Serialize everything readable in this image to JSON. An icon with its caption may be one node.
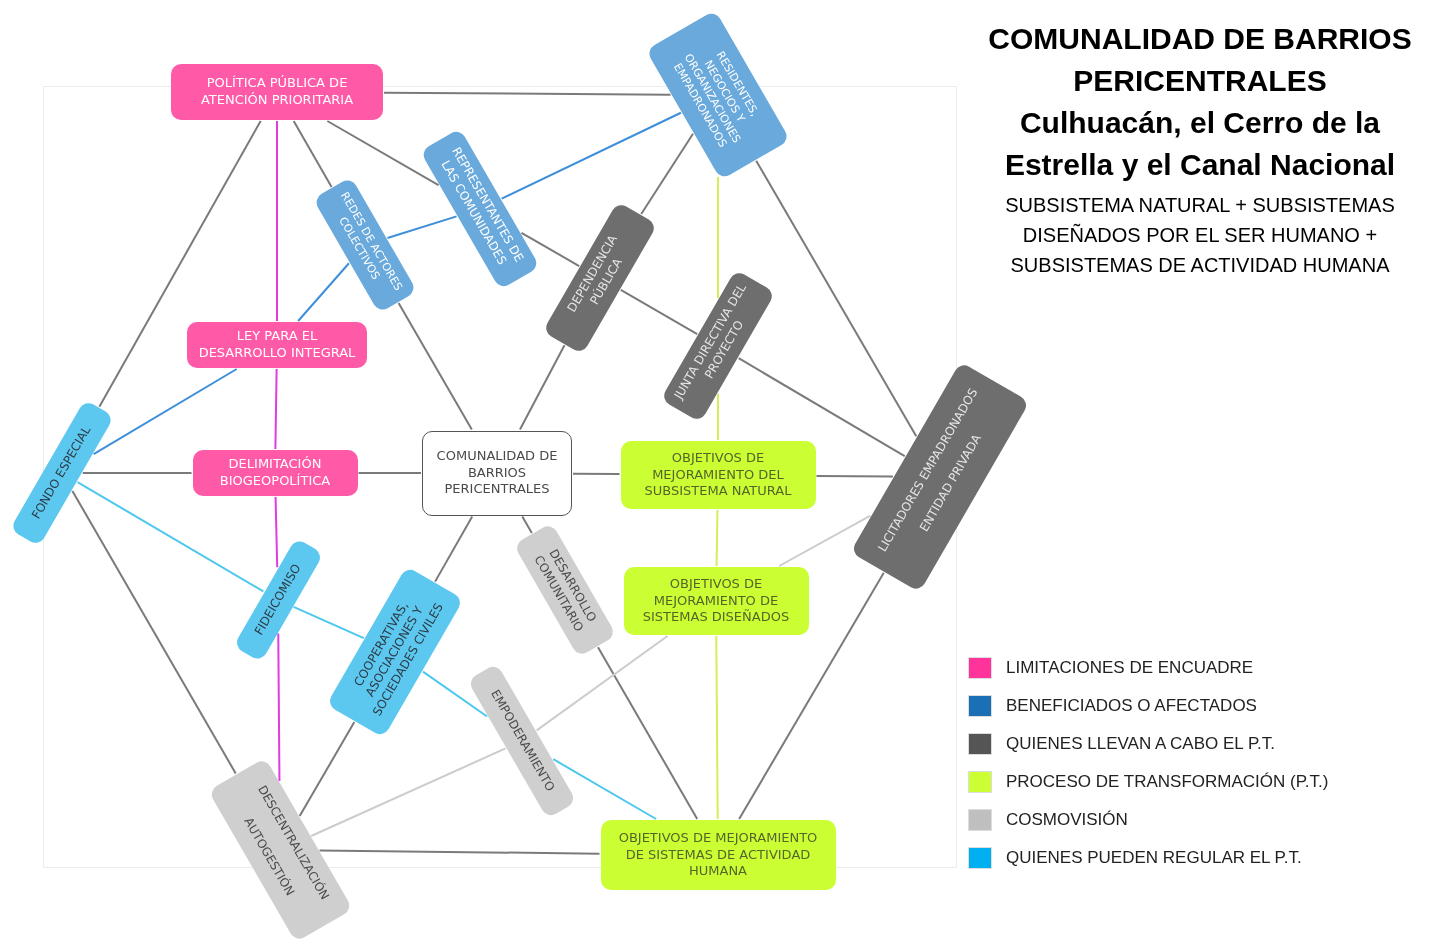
{
  "diagram": {
    "title": "COMUNALIDAD DE BARRIOS PERICENTRALES",
    "nodes": [
      {
        "text": [
          "POLÍTICA PÚBLICA DE ATENCIÓN PRIORITARIA"
        ]
      },
      {
        "text": [
          "RESIDENTES, NEGOCIOS Y ORGANIZACIONES EMPADRONADOS"
        ]
      },
      {
        "text": [
          "REPRESENTANTES DE LAS COMUNIDADES"
        ]
      },
      {
        "text": [
          "REDES DE ACTORES COLECTIVOS"
        ]
      },
      {
        "text": [
          "DEPENDENCIA PÚBLICA"
        ]
      },
      {
        "text": [
          "JUNTA DIRECTIVA DEL PROYECTO"
        ]
      },
      {
        "text": [
          "LEY PARA EL DESARROLLO INTEGRAL"
        ]
      },
      {
        "text": [
          "FONDO ESPECIAL"
        ]
      },
      {
        "text": [
          "DELIMITACIÓN BIOGEOPOLÍTICA"
        ]
      },
      {
        "text": [
          "COMUNALIDAD DE BARRIOS PERICENTRALES"
        ]
      },
      {
        "text": [
          "OBJETIVOS DE MEJORAMIENTO DEL SUBSISTEMA NATURAL"
        ]
      },
      {
        "text": [
          "LICITADORES EMPADRONADOS",
          "ENTIDAD PRIVADA"
        ]
      },
      {
        "text": [
          "FIDEICOMISO"
        ]
      },
      {
        "text": [
          "COOPERATIVAS, ASOCIACIONES Y SOCIEDADES CIVILES"
        ]
      },
      {
        "text": [
          "OBJETIVOS DE MEJORAMIENTO DE SISTEMAS DISEÑADOS"
        ]
      },
      {
        "text": [
          "DESARROLLO COMUNITARIO"
        ]
      },
      {
        "text": [
          "EMPODERAMIENTO"
        ]
      },
      {
        "text": [
          "DESCENTRALIZACIÓN",
          "AUTOGESTIÓN"
        ]
      },
      {
        "text": [
          "OBJETIVOS DE MEJORAMIENTO DE SISTEMAS DE ACTIVIDAD HUMANA"
        ]
      }
    ],
    "edges": [
      {
        "from": 0,
        "to": 1,
        "arrow": "none"
      },
      {
        "from": 1,
        "to": 11,
        "arrow": "none"
      },
      {
        "from": 11,
        "to": 18,
        "arrow": "none"
      },
      {
        "from": 18,
        "to": 17,
        "arrow": "none"
      },
      {
        "from": 17,
        "to": 7,
        "arrow": "none"
      },
      {
        "from": 7,
        "to": 0,
        "arrow": "none"
      },
      {
        "from": 0,
        "to": 3,
        "arrow": "none"
      },
      {
        "from": 3,
        "to": 9,
        "arrow": "none"
      },
      {
        "from": 1,
        "to": 4,
        "arrow": "none"
      },
      {
        "from": 4,
        "to": 9,
        "arrow": "none"
      },
      {
        "from": 9,
        "to": 10,
        "arrow": "none"
      },
      {
        "from": 10,
        "to": 11,
        "arrow": "none"
      },
      {
        "from": 9,
        "to": 15,
        "arrow": "none"
      },
      {
        "from": 15,
        "to": 18,
        "arrow": "none"
      },
      {
        "from": 9,
        "to": 13,
        "arrow": "none"
      },
      {
        "from": 13,
        "to": 17,
        "arrow": "none"
      },
      {
        "from": 7,
        "to": 8,
        "arrow": "none"
      },
      {
        "from": 8,
        "to": 9,
        "arrow": "none"
      },
      {
        "from": 0,
        "to": 2,
        "arrow": "none"
      },
      {
        "from": 2,
        "to": 4,
        "arrow": "none"
      },
      {
        "from": 4,
        "to": 5,
        "arrow": "none"
      },
      {
        "from": 5,
        "to": 11,
        "arrow": "none"
      },
      {
        "from": 0,
        "to": 6,
        "arrow": "none",
        "color": "#e03ce0"
      },
      {
        "from": 6,
        "to": 8,
        "arrow": "none",
        "color": "#e03ce0"
      },
      {
        "from": 8,
        "to": 12,
        "arrow": "none",
        "color": "#e03ce0"
      },
      {
        "from": 12,
        "to": 17,
        "arrow": "none",
        "color": "#e03ce0"
      },
      {
        "from": 1,
        "to": 5,
        "arrow": "none",
        "color": "#d4ee5a"
      },
      {
        "from": 5,
        "to": 10,
        "arrow": "none",
        "color": "#d4ee5a"
      },
      {
        "from": 10,
        "to": 14,
        "arrow": "none",
        "color": "#d4ee5a"
      },
      {
        "from": 14,
        "to": 18,
        "arrow": "none",
        "color": "#d4ee5a"
      },
      {
        "from": 7,
        "to": 6,
        "arrow": "none",
        "color": "#3d8fd9"
      },
      {
        "from": 6,
        "to": 3,
        "arrow": "none",
        "color": "#3d8fd9"
      },
      {
        "from": 3,
        "to": 2,
        "arrow": "none",
        "color": "#3d8fd9"
      },
      {
        "from": 2,
        "to": 1,
        "arrow": "none",
        "color": "#3d8fd9"
      },
      {
        "from": 7,
        "to": 12,
        "arrow": "none",
        "color": "#4cc7ee"
      },
      {
        "from": 12,
        "to": 13,
        "arrow": "none",
        "color": "#4cc7ee"
      },
      {
        "from": 13,
        "to": 16,
        "arrow": "none",
        "color": "#4cc7ee"
      },
      {
        "from": 16,
        "to": 18,
        "arrow": "none",
        "color": "#4cc7ee"
      },
      {
        "from": 17,
        "to": 16,
        "arrow": "none",
        "color": "#cccccc"
      },
      {
        "from": 16,
        "to": 14,
        "arrow": "none",
        "color": "#cccccc"
      },
      {
        "from": 14,
        "to": 11,
        "arrow": "none",
        "color": "#cccccc"
      }
    ],
    "labels": [
      "Culhuacán, el Cerro de la Estrella y el Canal Nacional",
      "SUBSISTEMA NATURAL + SUBSISTEMAS DISEÑADOS POR EL SER HUMANO + SUBSISTEMAS DE ACTIVIDAD HUMANA"
    ],
    "legend": [
      {
        "text": "LIMITACIONES DE ENCUADRE",
        "color": "#ff3399"
      },
      {
        "text": "BENEFICIADOS O AFECTADOS",
        "color": "#1a6fb5"
      },
      {
        "text": "QUIENES LLEVAN A CABO EL P.T.",
        "color": "#555555"
      },
      {
        "text": "PROCESO DE TRANSFORMACIÓN (P.T.)",
        "color": "#ccff33"
      },
      {
        "text": "COSMOVISIÓN",
        "color": "#bfbfbf"
      },
      {
        "text": "QUIENES PUEDEN REGULAR EL P.T.",
        "color": "#00b0f0"
      }
    ]
  }
}
